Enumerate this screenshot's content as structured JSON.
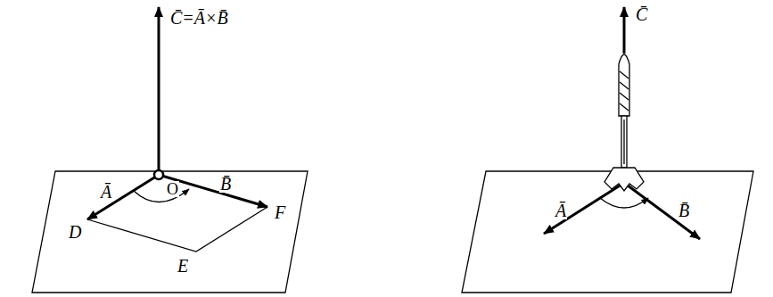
{
  "diagram": {
    "labels": [
      "C̄=Ā×B̄",
      "Ā",
      "O",
      "B̄",
      "F",
      "D",
      "E",
      "C̄",
      "Ā",
      "B̄"
    ]
  }
}
